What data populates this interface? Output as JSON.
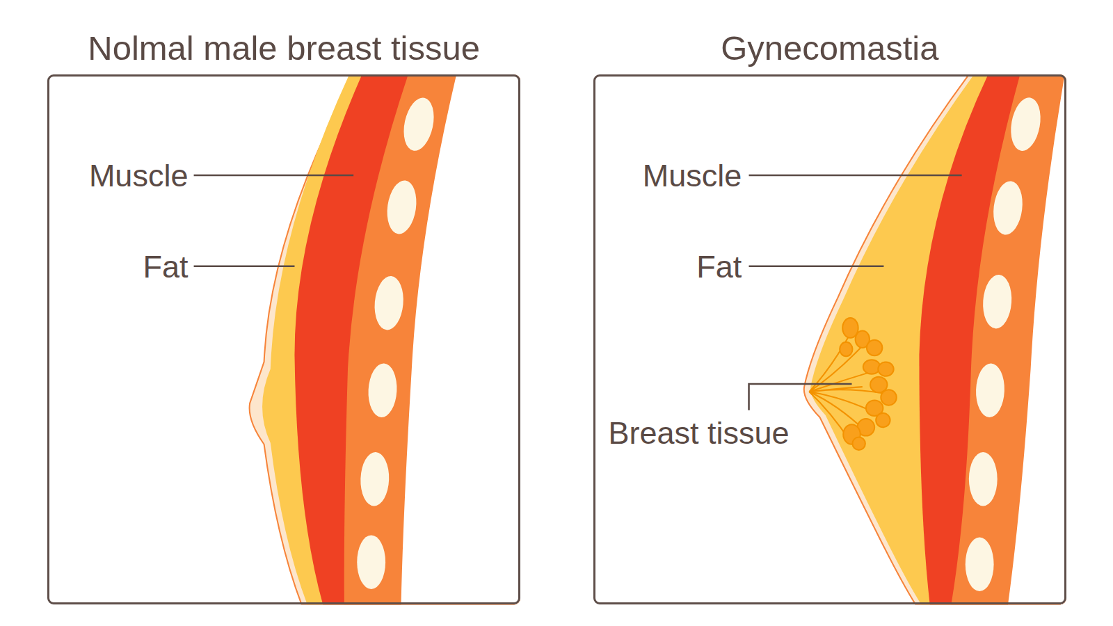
{
  "diagram": {
    "nodes": [
      {
        "text": [
          "Nolmal male breast tissue"
        ]
      },
      {
        "text": [
          "Gynecomastia"
        ]
      }
    ],
    "labels": [
      "Muscle",
      "Fat",
      "Muscle",
      "Fat",
      "Breast tissue"
    ]
  }
}
